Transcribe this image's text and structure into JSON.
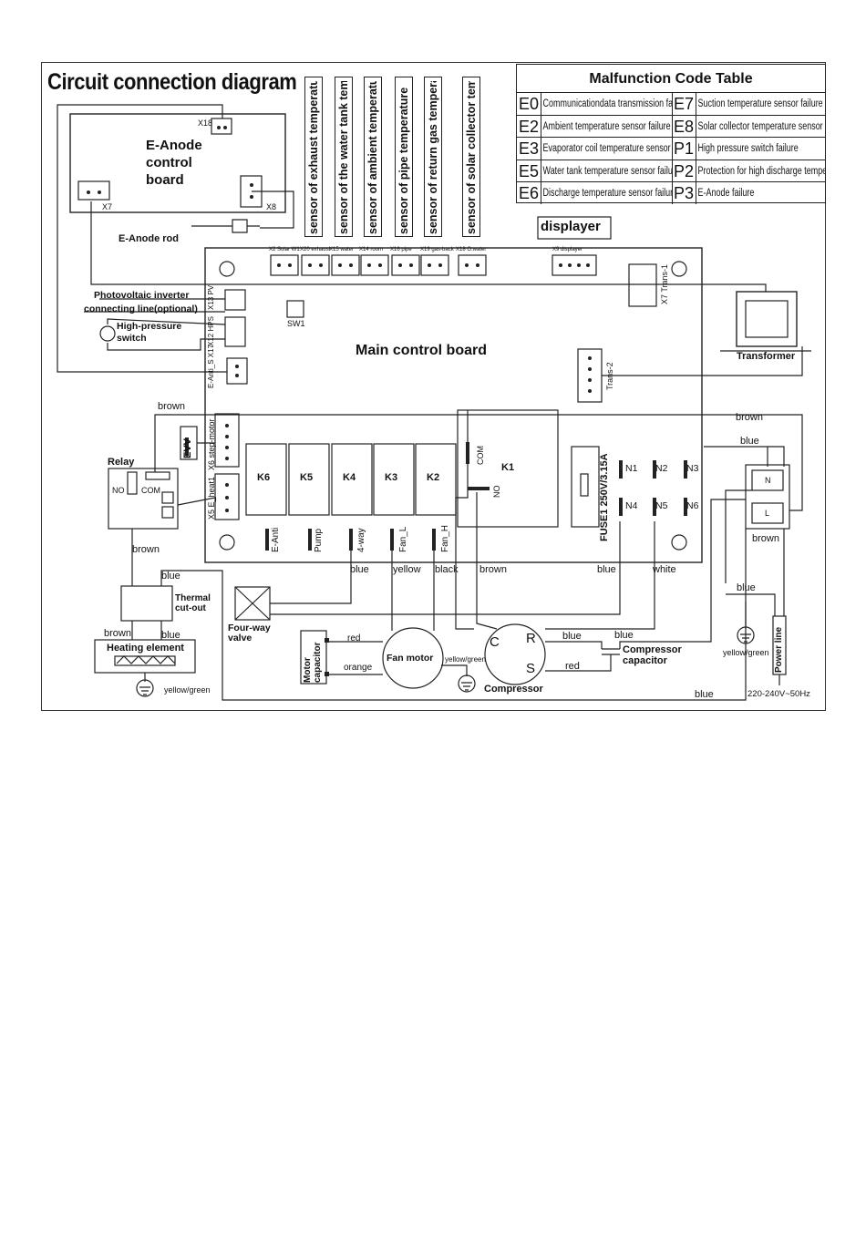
{
  "title": "Circuit connection diagram",
  "malfunction_table": {
    "title": "Malfunction Code Table",
    "rows": [
      {
        "code": "E0",
        "desc": "Communicationdata transmission failure",
        "code2": "E7",
        "desc2": "Suction temperature sensor failure"
      },
      {
        "code": "E2",
        "desc": "Ambient temperature sensor failure",
        "code2": "E8",
        "desc2": "Solar collector temperature sensor failure"
      },
      {
        "code": "E3",
        "desc": "Evaporator coil temperature sensor failure",
        "code2": "P1",
        "desc2": "High pressure switch failure"
      },
      {
        "code": "E5",
        "desc": "Water tank temperature sensor failure",
        "code2": "P2",
        "desc2": "Protection for high discharge temperature"
      },
      {
        "code": "E6",
        "desc": "Discharge temperature sensor failure",
        "code2": "P3",
        "desc2": "E-Anode failure"
      }
    ]
  },
  "sensors": [
    "sensor of exhaust temperature",
    "sensor of the water tank temperature",
    "sensor of ambient temperature",
    "sensor of pipe temperature",
    "sensor of return gas temperature",
    "sensor of solar collector temperature"
  ],
  "eanode": {
    "label": "E-Anode control board",
    "line1": "E-Anode",
    "line2": "control",
    "line3": "board",
    "rod": "E-Anode rod",
    "x18": "X18",
    "x7": "X7",
    "x8": "X8"
  },
  "displayer": "displayer",
  "main_board": {
    "title": "Main control board",
    "sw1": "SW1",
    "connectors_top": [
      "X2 Solar W1",
      "X20 exhaust",
      "X15 water",
      "X14 room",
      "X16 pipe",
      "X19 gas-back",
      "X18 O.water",
      "X9 displayer"
    ],
    "trans1": "X7 Trans-1",
    "trans2": "Trans-2",
    "x13": "X13 PV",
    "x12": "X12 HPS",
    "x17": "E-Anti_S X17",
    "x6": "X6 step-motor",
    "x5": "X5 E_heat1",
    "com": "COM",
    "no": "NO",
    "k1": "K1",
    "fuse": "FUSE1 250V/3.15A",
    "relays": [
      "K6",
      "K5",
      "K4",
      "K3",
      "K2"
    ],
    "relay_labels": [
      "E-Anti",
      "Pump",
      "4-way",
      "Fan_L",
      "Fan_H"
    ],
    "n_terms": [
      "N1",
      "N2",
      "N3",
      "N4",
      "N5",
      "N6"
    ]
  },
  "left": {
    "pv1": "Photovoltaic inverter",
    "pv2": "connecting line(optional)",
    "hps1": "High-pressure",
    "hps2": "switch",
    "evv": "EVV",
    "relay": "Relay",
    "no": "NO",
    "com": "COM",
    "thermal1": "Thermal",
    "thermal2": "cut-out",
    "heating": "Heating element",
    "fourway1": "Four-way",
    "fourway2": "valve",
    "motorcap1": "Motor",
    "motorcap2": "capacitor",
    "fanmotor": "Fan motor",
    "compressor": "Compressor",
    "comp_c": "C",
    "comp_r": "R",
    "comp_s": "S",
    "compcap1": "Compressor",
    "compcap2": "capacitor",
    "transformer": "Transformer",
    "powerline": "Power line",
    "voltage": "220-240V~50Hz",
    "term_n": "N",
    "term_l": "L"
  },
  "wires": {
    "brown": "brown",
    "blue": "blue",
    "yellow": "yellow",
    "black": "black",
    "white": "white",
    "red": "red",
    "orange": "orange",
    "yg": "yellow/green"
  }
}
